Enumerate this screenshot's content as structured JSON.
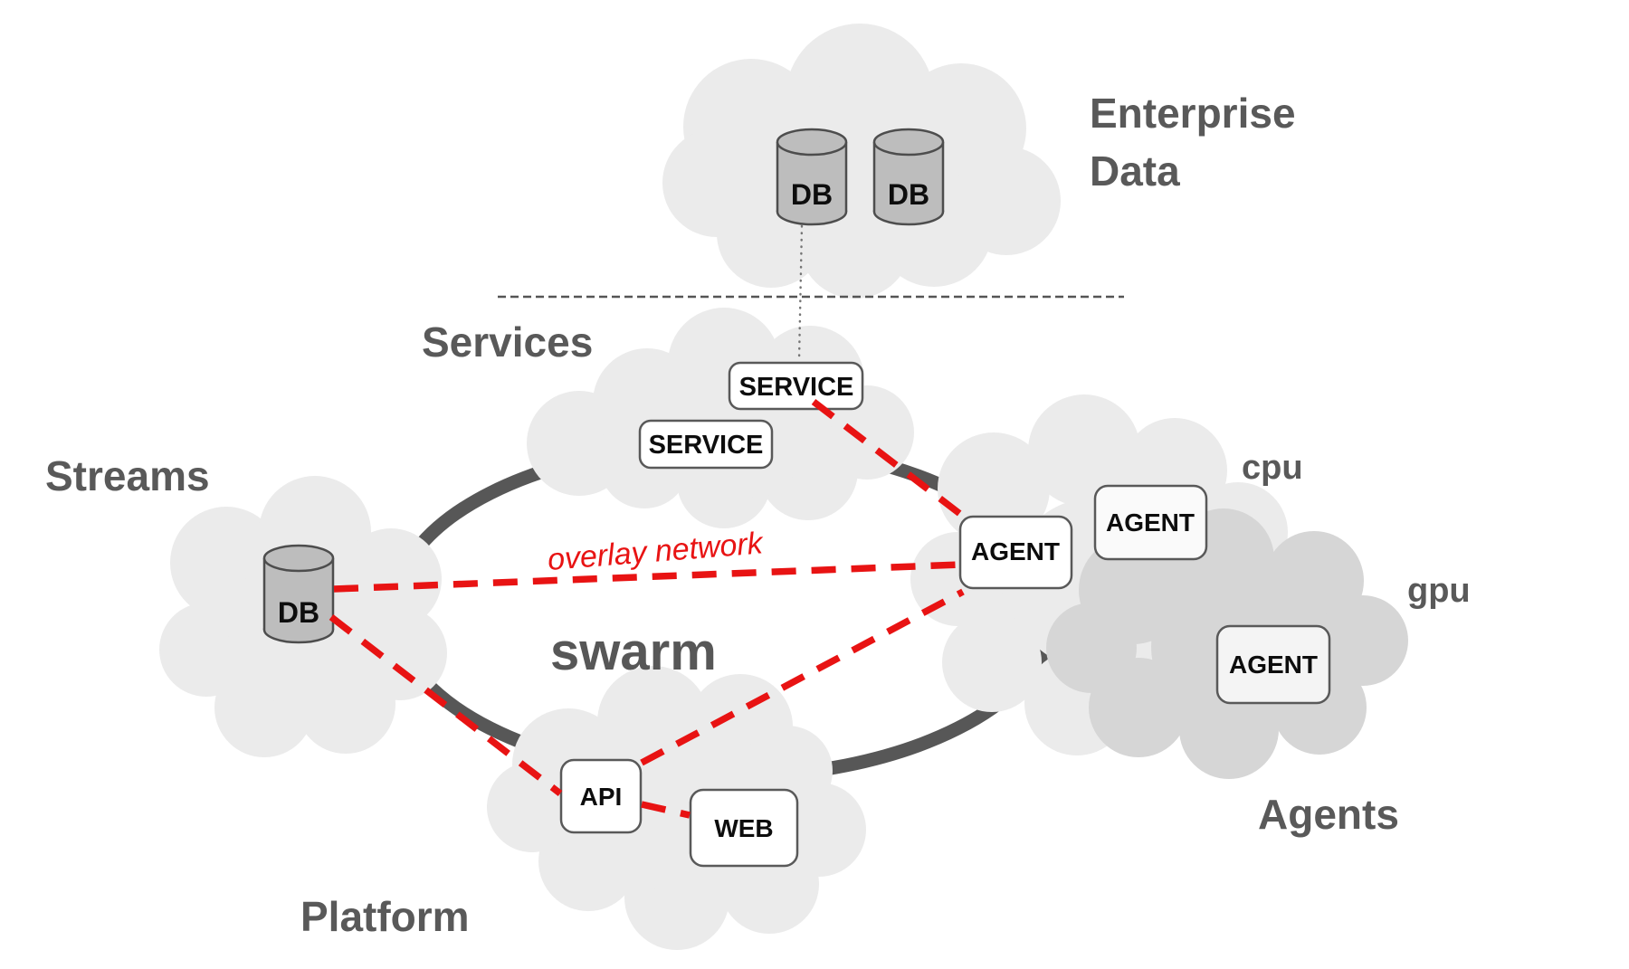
{
  "zones": {
    "enterprise": {
      "label_line1": "Enterprise",
      "label_line2": "Data"
    },
    "services": {
      "label": "Services"
    },
    "streams": {
      "label": "Streams"
    },
    "platform": {
      "label": "Platform"
    },
    "agents": {
      "label": "Agents",
      "cpu_label": "cpu",
      "gpu_label": "gpu"
    }
  },
  "swarm": {
    "label": "swarm",
    "overlay_label": "overlay network"
  },
  "nodes": {
    "enterprise_db1": "DB",
    "enterprise_db2": "DB",
    "streams_db": "DB",
    "service_top": "SERVICE",
    "service_left": "SERVICE",
    "agent_hub": "AGENT",
    "agent_cpu": "AGENT",
    "agent_gpu": "AGENT",
    "api": "API",
    "web": "WEB"
  },
  "colors": {
    "overlay_red": "#e81313",
    "label_gray": "#595959",
    "cloud_light": "#ebebeb",
    "cloud_dark": "#d6d6d6",
    "cylinder_fill": "#bdbdbd",
    "swarm_ring": "#575757"
  }
}
